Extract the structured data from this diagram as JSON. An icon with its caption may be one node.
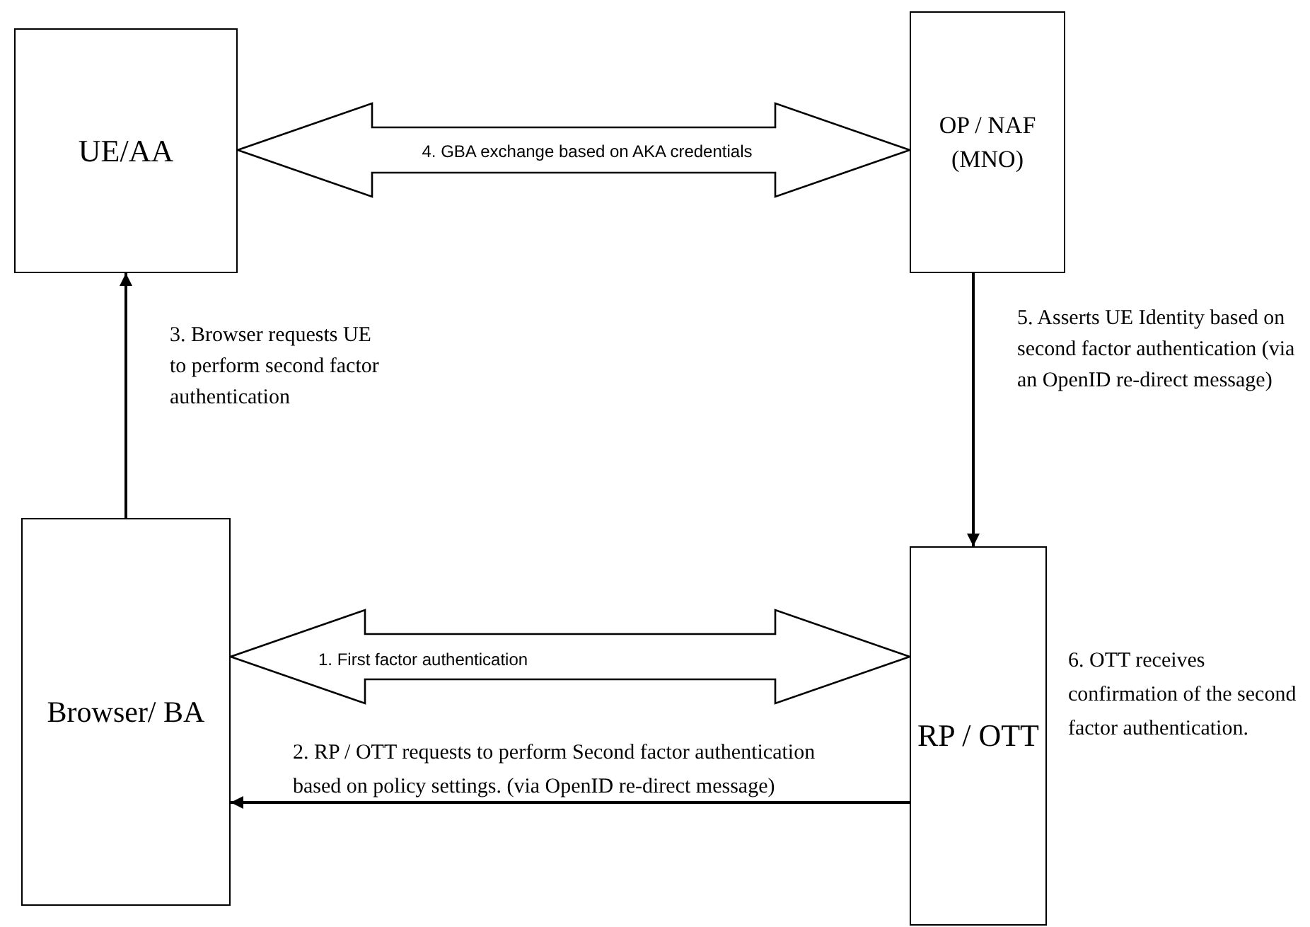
{
  "diagram": {
    "nodes": [
      {
        "text": [
          "UE/AA"
        ]
      },
      {
        "text": [
          "OP / NAF (MNO)"
        ]
      },
      {
        "text": [
          "Browser/ BA"
        ]
      },
      {
        "text": [
          "RP / OTT"
        ],
        "beside": [
          "6. OTT receives confirmation of the second factor authentication."
        ]
      }
    ],
    "edges": [
      {
        "from": 0,
        "to": 1,
        "arrow": "both",
        "label": "4. GBA exchange based on AKA credentials",
        "style": "thick"
      },
      {
        "from": 2,
        "to": 0,
        "arrow": "to",
        "label": "3. Browser requests UE to perform second factor authentication"
      },
      {
        "from": 1,
        "to": 3,
        "arrow": "to",
        "label": "5. Asserts UE Identity based on second factor authentication (via an OpenID re-direct message)"
      },
      {
        "from": 2,
        "to": 3,
        "arrow": "both",
        "label": "1. First factor authentication",
        "style": "thick"
      },
      {
        "from": 3,
        "to": 2,
        "arrow": "to",
        "label": "2. RP / OTT requests to perform Second factor authentication based on policy settings. (via OpenID re-direct message)"
      }
    ]
  }
}
